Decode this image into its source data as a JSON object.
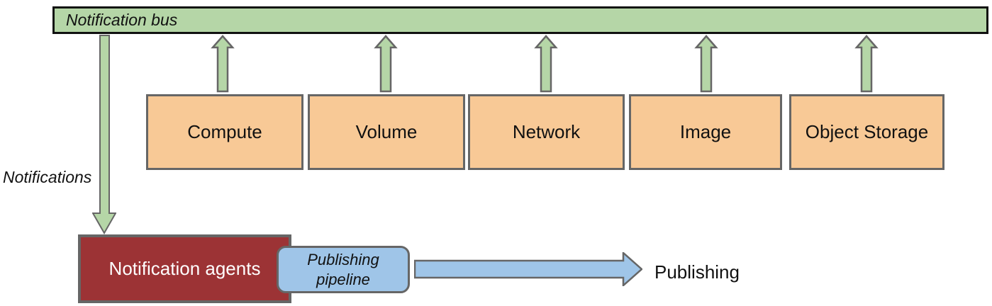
{
  "bus": {
    "label": "Notification bus"
  },
  "services": [
    "Compute",
    "Volume",
    "Network",
    "Image",
    "Object Storage"
  ],
  "notifications_label": "Notifications",
  "agents": {
    "label": "Notification agents"
  },
  "pipeline": {
    "label": "Publishing pipeline"
  },
  "publishing_label": "Publishing",
  "colors": {
    "bus_fill": "#b5d6a7",
    "bus_border": "#111111",
    "service_fill": "#f8c996",
    "service_border": "#666666",
    "green_arrow_fill": "#b5d6a7",
    "agents_fill": "#9c3335",
    "agents_text": "#ffffff",
    "pipeline_fill": "#9fc5e8",
    "blue_arrow_fill": "#9fc5e8",
    "outline_gray": "#666666"
  }
}
